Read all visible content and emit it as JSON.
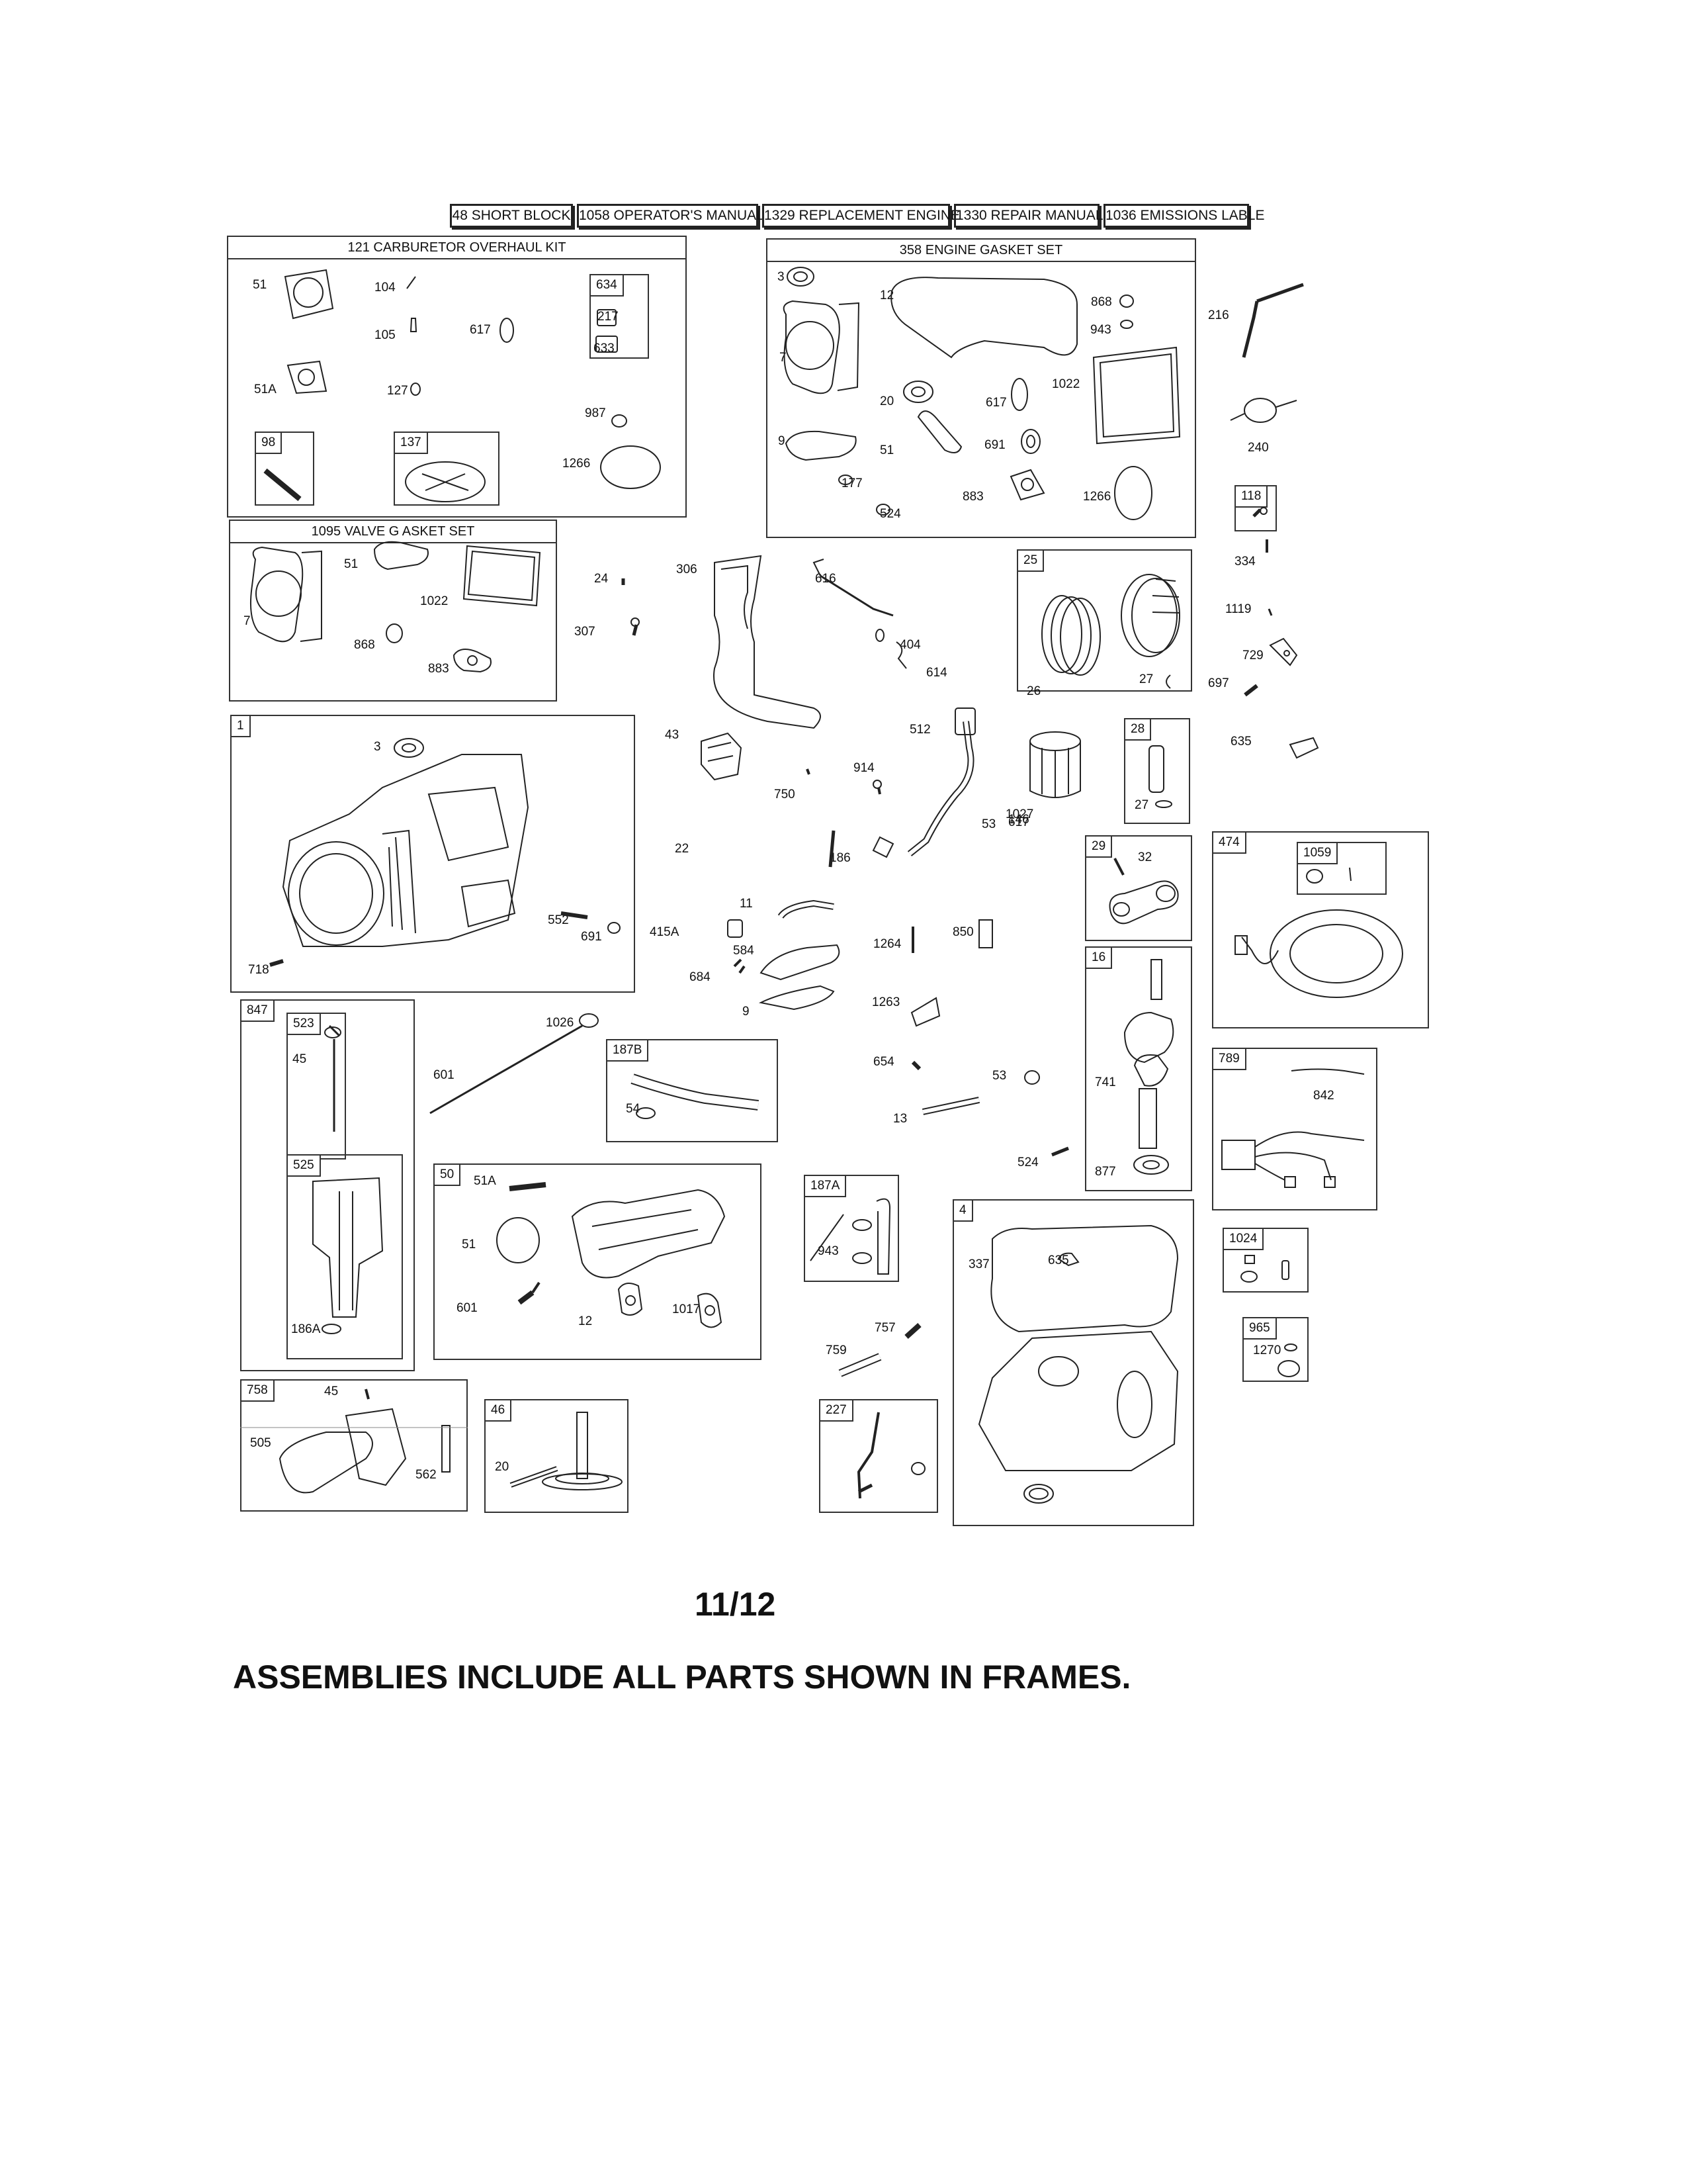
{
  "headers": [
    "48 SHORT BLOCK",
    "1058 OPERATOR'S MANUAL",
    "1329 REPLACEMENT ENGINE",
    "1330 REPAIR MANUAL",
    "1036 EMISSIONS LABLE"
  ],
  "frames": {
    "carb": "121 CARBURETOR OVERHAUL KIT",
    "gasket": "358 ENGINE GASKET SET",
    "valve": "1095 VALVE G   ASKET SET"
  },
  "tags": {
    "t634": "634",
    "t98": "98",
    "t137": "137",
    "t25": "25",
    "t28": "28",
    "t29": "29",
    "t474": "474",
    "t1059": "1059",
    "t1": "1",
    "t16": "16",
    "t847": "847",
    "t523": "523",
    "t525": "525",
    "t187B": "187B",
    "t789": "789",
    "t50": "50",
    "t187A": "187A",
    "t4": "4",
    "t1024": "1024",
    "t965": "965",
    "t758": "758",
    "t46": "46",
    "t227": "227",
    "t118": "118"
  },
  "labels": [
    "51",
    "104",
    "105",
    "617",
    "217",
    "633",
    "51A",
    "127",
    "987",
    "1266",
    "3",
    "12",
    "868",
    "943",
    "7",
    "20",
    "617",
    "1022",
    "9",
    "51",
    "691",
    "177",
    "524",
    "883",
    "1266",
    "216",
    "240",
    "334",
    "1119",
    "729",
    "697",
    "635",
    "51",
    "1022",
    "7",
    "868",
    "883",
    "24",
    "307",
    "306",
    "616",
    "404",
    "614",
    "26",
    "27",
    "27",
    "32",
    "3",
    "718",
    "552",
    "691",
    "43",
    "914",
    "750",
    "512",
    "1027",
    "22",
    "186",
    "11",
    "415A",
    "584",
    "684",
    "9",
    "1264",
    "850",
    "1263",
    "146",
    "741",
    "877",
    "842",
    "45",
    "1026",
    "601",
    "54",
    "654",
    "53",
    "13",
    "524",
    "53",
    "617",
    "186A",
    "51A",
    "51",
    "601",
    "12",
    "1017",
    "943",
    "337",
    "635",
    "1270",
    "757",
    "759",
    "45",
    "505",
    "562",
    "20"
  ],
  "page_number": "11/12",
  "note": "ASSEMBLIES INCLUDE ALL PARTS SHOWN IN FRAMES."
}
